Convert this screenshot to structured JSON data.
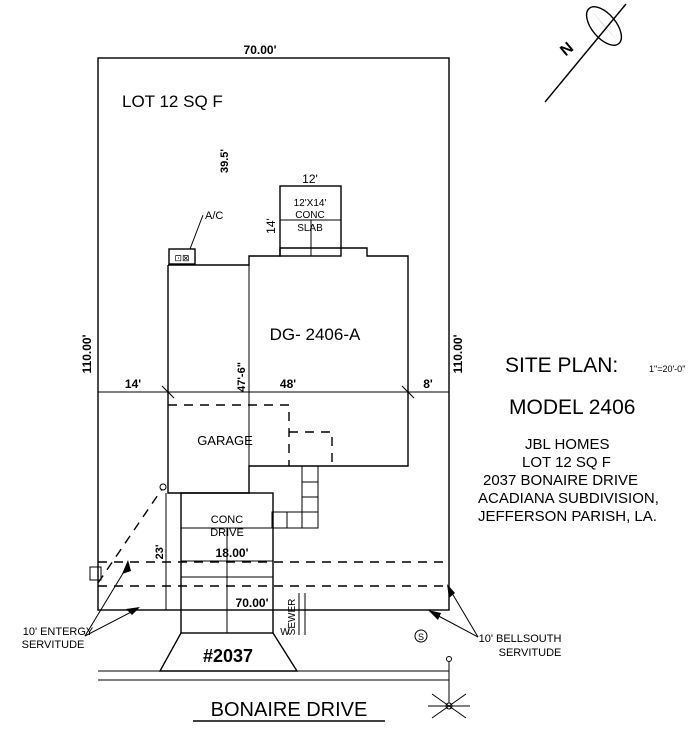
{
  "lot": {
    "label": "LOT 12  SQ F",
    "front_width": "70.00'",
    "rear_width": "70.00'",
    "left_depth": "110.00'",
    "right_depth": "110.00'",
    "rear_setback": "39.5'"
  },
  "house": {
    "label": "DG- 2406-A",
    "width": "48'",
    "depth": "47'-6\"",
    "left_setback": "14'",
    "right_setback": "8'",
    "garage_label": "GARAGE",
    "ac_label": "A/C"
  },
  "slab": {
    "width": "12'",
    "depth": "14'",
    "label_line1": "12'X14'",
    "label_line2": "CONC",
    "label_line3": "SLAB"
  },
  "drive": {
    "label_line1": "CONC",
    "label_line2": "DRIVE",
    "width": "18.00'",
    "length": "23'"
  },
  "site": {
    "address_number": "#2037",
    "street": "BONAIRE   DRIVE",
    "sewer": "SEWER",
    "water": "W",
    "sewer_symbol": "S",
    "north": "N",
    "entergy_line1": "10' ENTERGY",
    "entergy_line2": "SERVITUDE",
    "bellsouth_line1": "10' BELLSOUTH",
    "bellsouth_line2": "SERVITUDE"
  },
  "titleblock": {
    "title": "SITE PLAN:",
    "scale": "1\"=20'-0\"",
    "model": "MODEL  2406",
    "builder": "JBL HOMES",
    "lot": "LOT 12  SQ F",
    "address": "2037 BONAIRE DRIVE",
    "subdivision": "ACADIANA SUBDIVISION,",
    "parish": "JEFFERSON PARISH, LA."
  }
}
